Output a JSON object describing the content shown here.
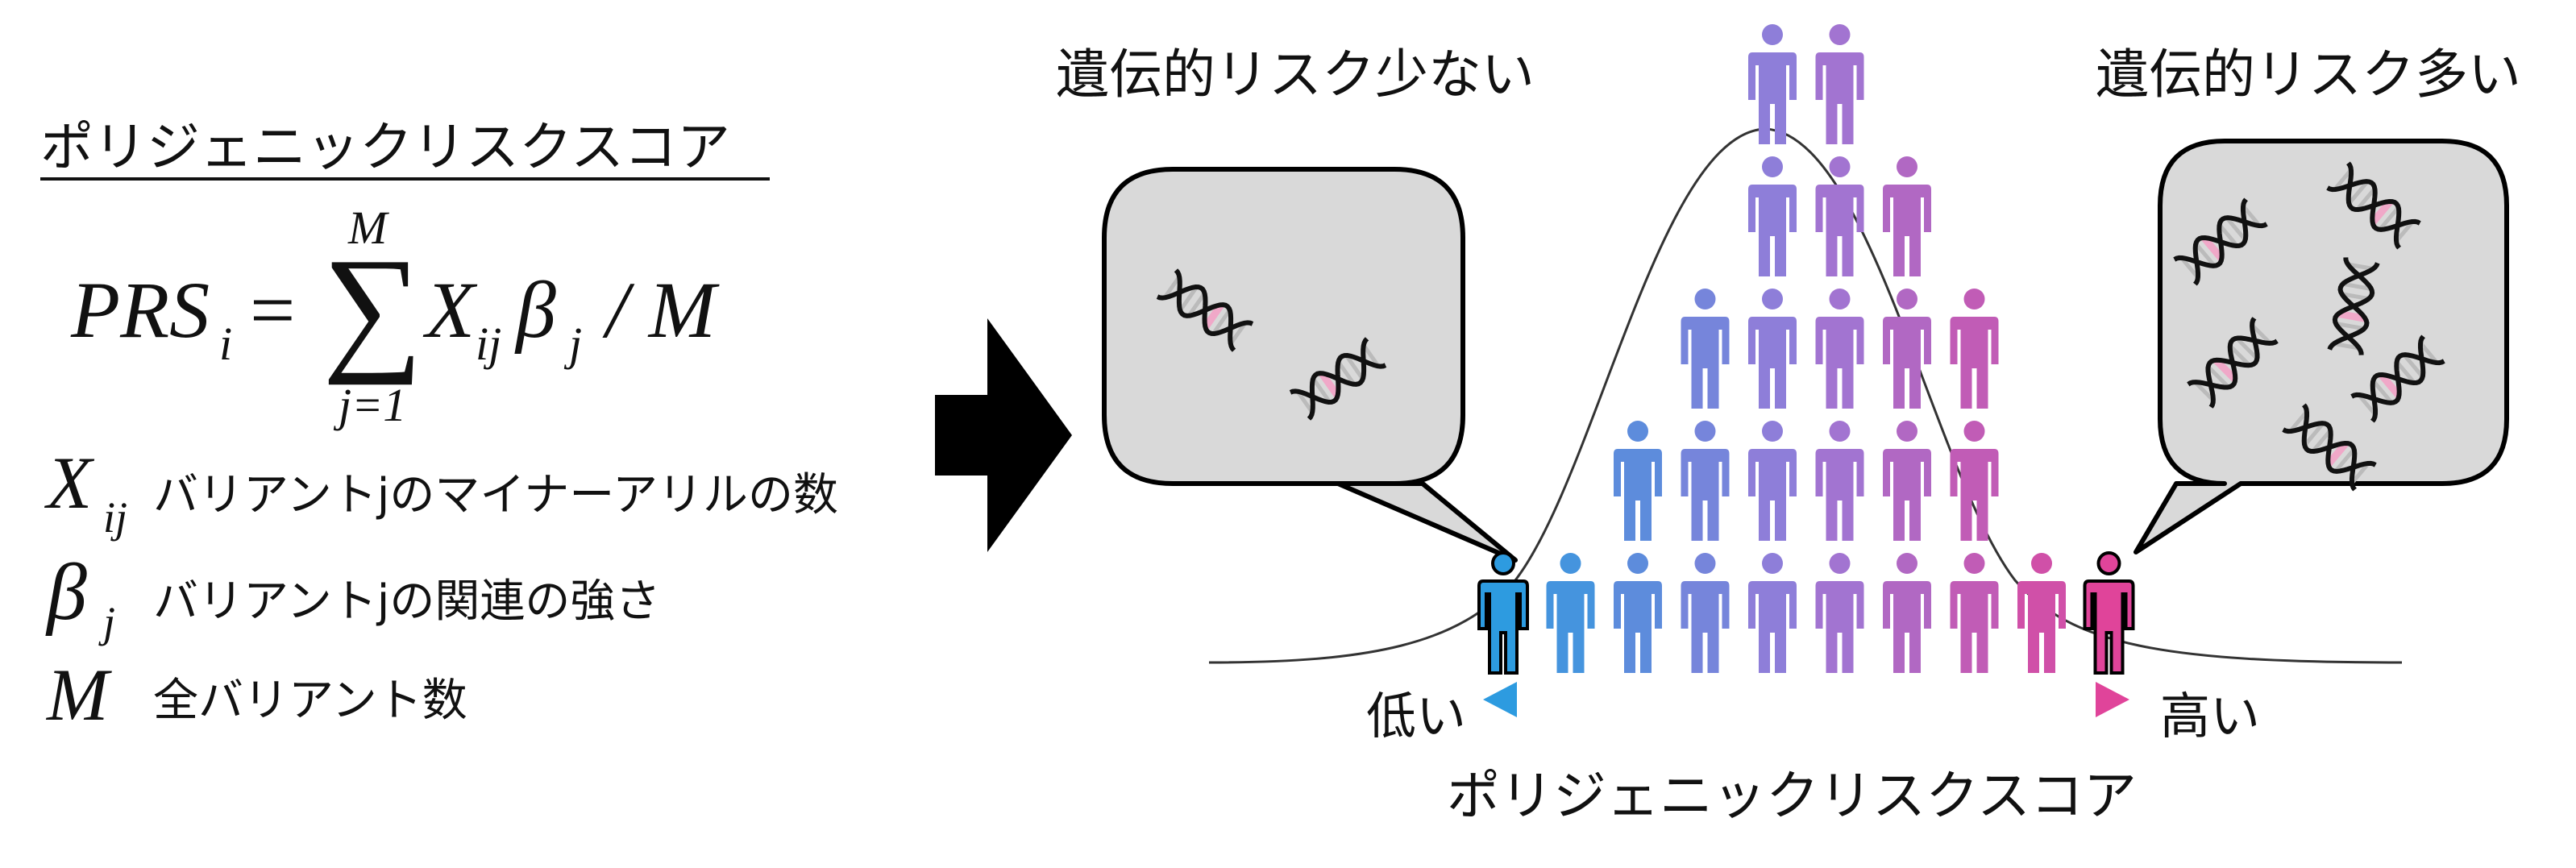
{
  "left_panel": {
    "title": "ポリジェニックリスクスコア",
    "formula": {
      "lhs_main": "PRS",
      "lhs_sub": "i",
      "equals": "=",
      "sum_upper": "M",
      "sum_lower": "j=1",
      "term_x": "X",
      "term_x_sub": "ij",
      "term_beta": "β",
      "term_beta_sub": "j",
      "divide": "/ M"
    },
    "definitions": [
      {
        "symbol": "X",
        "sub": "ij",
        "text": "バリアントjのマイナーアリルの数"
      },
      {
        "symbol": "β",
        "sub": "j",
        "text": "バリアントjの関連の強さ"
      },
      {
        "symbol": "M",
        "sub": "",
        "text": "全バリアント数"
      }
    ]
  },
  "right_panel": {
    "low_risk_label": "遺伝的リスク少ない",
    "high_risk_label": "遺伝的リスク多い",
    "low_label": "低い",
    "high_label": "高い",
    "axis_label": "ポリジェニックリスクスコア"
  },
  "distribution": {
    "column_counts": [
      1,
      1,
      2,
      3,
      5,
      5,
      4,
      3,
      1,
      1
    ],
    "dna_low_count": 2,
    "dna_high_count": 6
  },
  "colors": {
    "low": "#2d9be0",
    "high": "#e0449a",
    "bubble_fill": "#d9d9d9",
    "dna_pink": "#f0a8c8",
    "arrow_black": "#000000"
  }
}
